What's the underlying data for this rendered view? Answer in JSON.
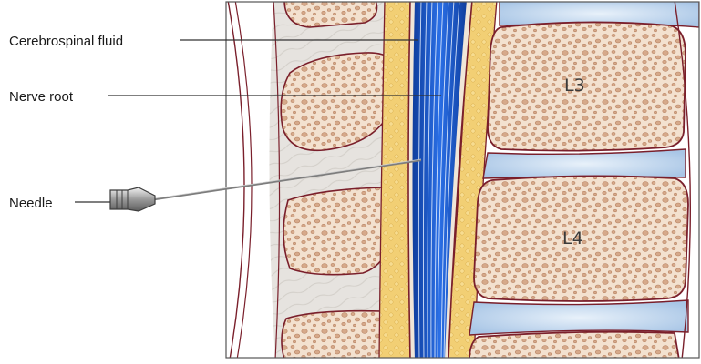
{
  "labels": {
    "csf": "Cerebrospinal fluid",
    "nerve_root": "Nerve root",
    "needle": "Needle",
    "l3": "L3",
    "l4": "L4"
  },
  "colors": {
    "bone_fill": "#f3e1cf",
    "bone_outline": "#7a1f2b",
    "bone_speckle": "#d6a98a",
    "fat_yellow": "#f2cf74",
    "dura_outline": "#7a1f2b",
    "csf_blue": "#1f5fd6",
    "csf_dark": "#0f3e9e",
    "disc_blue": "#c9dcf0",
    "tissue_gray": "#e4e2df",
    "needle_gray": "#8a8a8a"
  }
}
